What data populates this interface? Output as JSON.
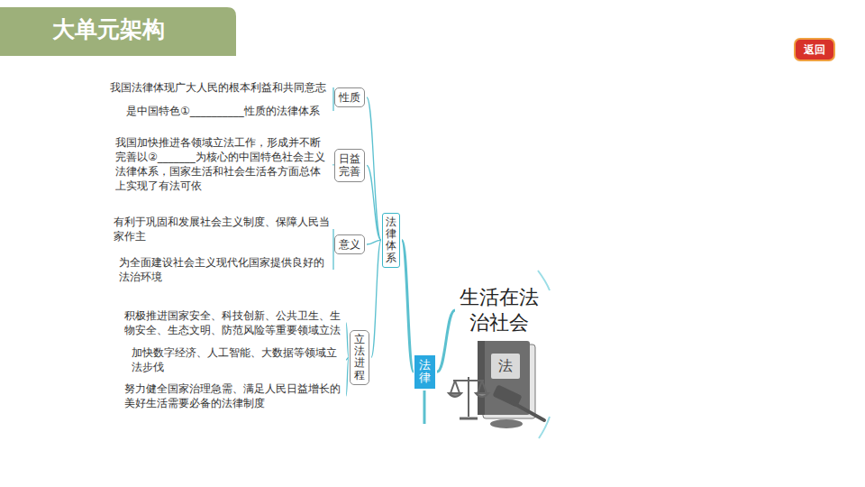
{
  "diagram": {
    "title": "大单元架构",
    "nodes": [
      {
        "text": [
          "生活在法治社会"
        ]
      },
      {
        "text": [
          "法律"
        ]
      },
      {
        "text": [
          "法律体系"
        ]
      },
      {
        "text": [
          "性质"
        ]
      },
      {
        "text": [
          "我国法律体现广大人民的根本利益和共同意志"
        ]
      },
      {
        "text": [
          "是中国特色①__________性质的法律体系"
        ]
      },
      {
        "text": [
          "日益完善"
        ]
      },
      {
        "text": [
          "我国加快推进各领域立法工作，形成并不断完善以②_______为核心的中国特色社会主义法律体系，国家生活和社会生活各方面总体上实现了有法可依"
        ]
      },
      {
        "text": [
          "意义"
        ]
      },
      {
        "text": [
          "有利于巩固和发展社会主义制度、保障人民当家作主"
        ]
      },
      {
        "text": [
          "为全面建设社会主义现代化国家提供良好的法治环境"
        ]
      },
      {
        "text": [
          "立法进程"
        ]
      },
      {
        "text": [
          "积极推进国家安全、科技创新、公共卫生、生物安全、生态文明、防范风险等重要领域立法"
        ]
      },
      {
        "text": [
          "加快数字经济、人工智能、大数据等领域立法步伐"
        ]
      },
      {
        "text": [
          "努力健全国家治理急需、满足人民日益增长的美好生活需要必备的法律制度"
        ]
      }
    ],
    "edges": [
      {
        "from": 0,
        "to": 1,
        "arrow": "none"
      },
      {
        "from": 1,
        "to": 2,
        "arrow": "none"
      },
      {
        "from": 2,
        "to": 3,
        "arrow": "none"
      },
      {
        "from": 3,
        "to": 4,
        "arrow": "none"
      },
      {
        "from": 3,
        "to": 5,
        "arrow": "none"
      },
      {
        "from": 2,
        "to": 6,
        "arrow": "none"
      },
      {
        "from": 6,
        "to": 7,
        "arrow": "none"
      },
      {
        "from": 2,
        "to": 8,
        "arrow": "none"
      },
      {
        "from": 8,
        "to": 9,
        "arrow": "none"
      },
      {
        "from": 8,
        "to": 10,
        "arrow": "none"
      },
      {
        "from": 2,
        "to": 11,
        "arrow": "none"
      },
      {
        "from": 11,
        "to": 12,
        "arrow": "none"
      },
      {
        "from": 11,
        "to": 13,
        "arrow": "none"
      },
      {
        "from": 11,
        "to": 14,
        "arrow": "none"
      }
    ],
    "labels": [
      "返回",
      "法"
    ]
  }
}
